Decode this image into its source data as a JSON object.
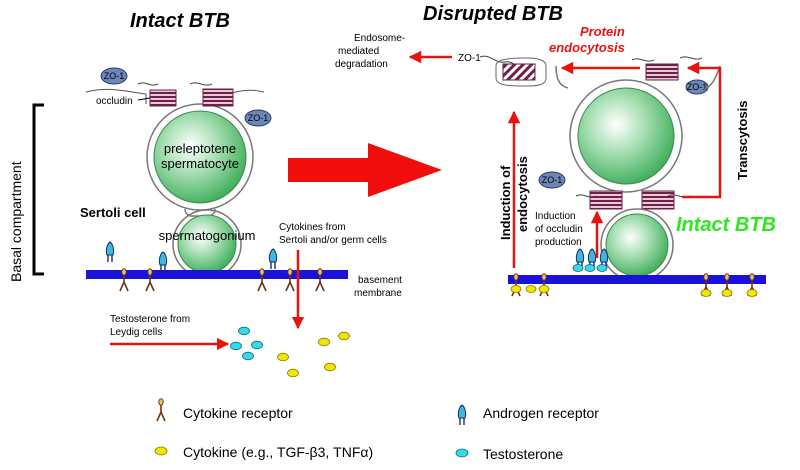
{
  "colors": {
    "cell_green": "#3fae5a",
    "membrane_blue": "#1a12d8",
    "arrow_red": "#e8130f",
    "intact_green": "#2ee81f",
    "zo1_fill": "#6d86b8",
    "junction_purple": "#6b2248",
    "cytokine_yellow": "#f2e600",
    "testosterone_cyan": "#37d8e8"
  },
  "titles": {
    "intact": "Intact BTB",
    "disrupted": "Disrupted BTB"
  },
  "left": {
    "zo1_label": "ZO-1",
    "occludin_label": "occludin",
    "preleptotene_line1": "preleptotene",
    "preleptotene_line2": "spermatocyte",
    "sertoli_label": "Sertoli cell",
    "spermatogonium_label": "spermatogonium",
    "cytokines_line1": "Cytokines from",
    "cytokines_line2": "Sertoli and/or germ cells",
    "basement_line1": "basement",
    "basement_line2": "membrane",
    "testosterone_line1": "Testosterone from",
    "testosterone_line2": "Leydig cells",
    "basal_compartment": "Basal compartment"
  },
  "right": {
    "endosome_line1": "Endosome-",
    "endosome_line2": "mediated",
    "endosome_line3": "degradation",
    "protein_line1": "Protein",
    "protein_line2": "endocytosis",
    "zo1_label": "ZO-1",
    "induction_endo_line1": "Induction of",
    "induction_endo_line2": "endocytosis",
    "induction_occludin_line1": "Induction",
    "induction_occludin_line2": "of occludin",
    "induction_occludin_line3": "production",
    "transcytosis": "Transcytosis",
    "intact_btb": "Intact BTB"
  },
  "legend": {
    "cytokine_receptor": "Cytokine receptor",
    "androgen_receptor": "Androgen receptor",
    "cytokine": "Cytokine (e.g., TGF-β3, TNFα)",
    "testosterone": "Testosterone"
  }
}
